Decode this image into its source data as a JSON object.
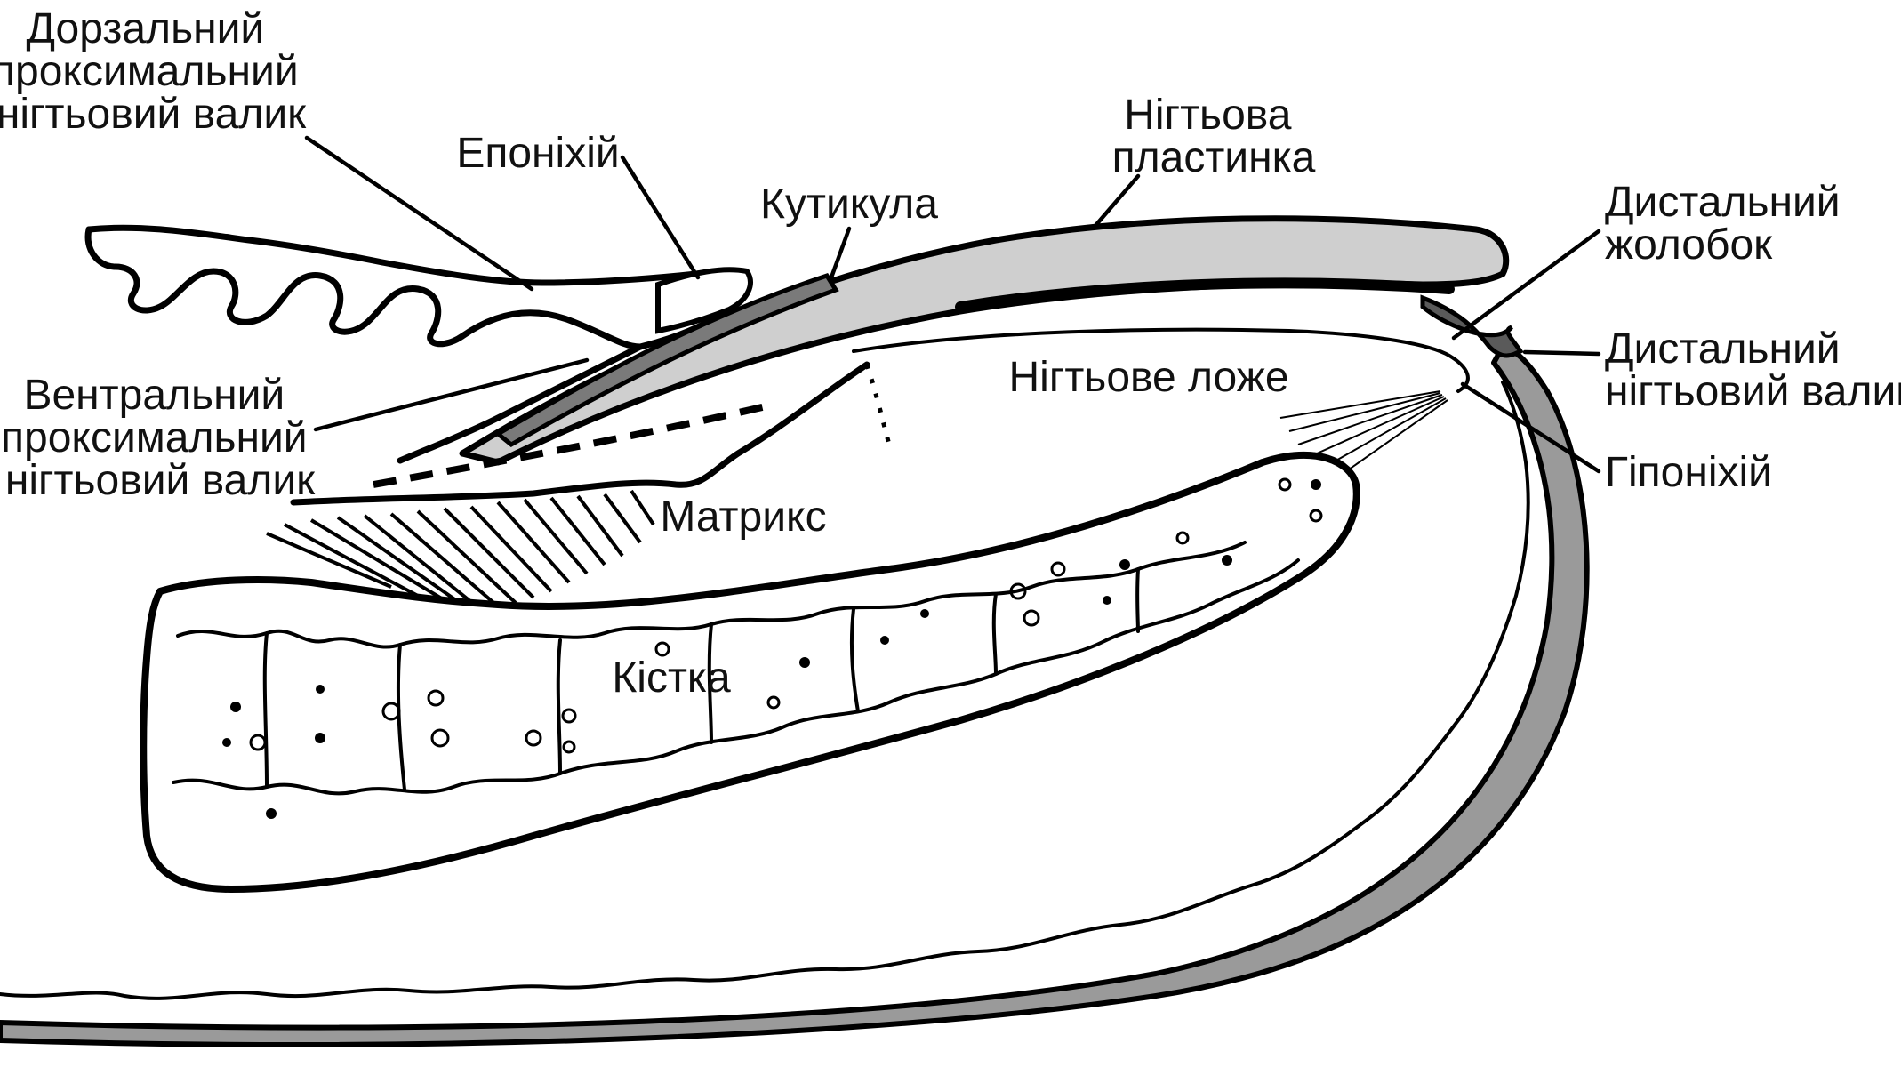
{
  "labels": {
    "dorsal_fold": [
      "Дорзальний",
      "проксимальний",
      "нігтьовий валик"
    ],
    "eponychium": "Епоніхій",
    "cuticle": "Кутикула",
    "nail_plate": [
      "Нігтьова",
      "пластинка"
    ],
    "distal_groove": [
      "Дистальний",
      "жолобок"
    ],
    "distal_fold": [
      "Дистальний",
      "нігтьовий валик"
    ],
    "nail_bed": "Нігтьове ложе",
    "hyponychium": "Гіпоніхій",
    "ventral_fold": [
      "Вентральний",
      "проксимальний",
      "нігтьовий валик"
    ],
    "matrix": "Матрикс",
    "bone": "Кістка"
  },
  "colors": {
    "ink": "#000000",
    "nail_plate_fill": "#cfcfcf",
    "cuticle_fill": "#7a7a7a",
    "skin_band_fill": "#9a9a9a",
    "bone_fill": "#ffffff",
    "background": "#ffffff"
  }
}
